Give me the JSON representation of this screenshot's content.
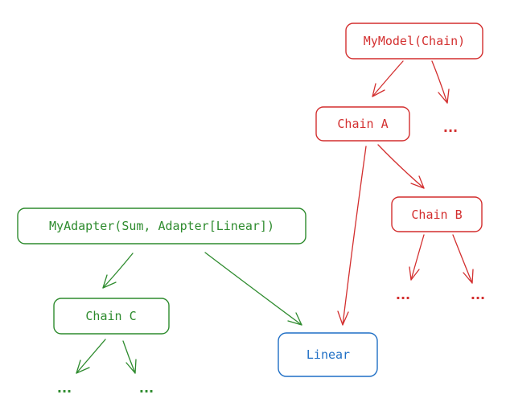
{
  "colors": {
    "red": "#d32f2f",
    "green": "#2e8b2e",
    "blue": "#1f6fc5",
    "background": "#ffffff"
  },
  "nodes": {
    "mymodel": {
      "label": "MyModel(Chain)",
      "color": "red"
    },
    "chain_a": {
      "label": "Chain A",
      "color": "red"
    },
    "chain_b": {
      "label": "Chain B",
      "color": "red"
    },
    "myadapter": {
      "label": "MyAdapter(Sum, Adapter[Linear])",
      "color": "green"
    },
    "chain_c": {
      "label": "Chain C",
      "color": "green"
    },
    "linear": {
      "label": "Linear",
      "color": "blue"
    }
  },
  "ellipses": {
    "mymodel_more": "...",
    "chain_b_left": "...",
    "chain_b_right": "...",
    "chain_c_left": "...",
    "chain_c_right": "..."
  },
  "edges": [
    {
      "from": "mymodel",
      "to": "chain_a",
      "color": "red"
    },
    {
      "from": "mymodel",
      "to": "mymodel_more",
      "color": "red"
    },
    {
      "from": "chain_a",
      "to": "chain_b",
      "color": "red"
    },
    {
      "from": "chain_a",
      "to": "linear",
      "color": "red"
    },
    {
      "from": "chain_b",
      "to": "chain_b_left",
      "color": "red"
    },
    {
      "from": "chain_b",
      "to": "chain_b_right",
      "color": "red"
    },
    {
      "from": "myadapter",
      "to": "chain_c",
      "color": "green"
    },
    {
      "from": "myadapter",
      "to": "linear",
      "color": "green"
    },
    {
      "from": "chain_c",
      "to": "chain_c_left",
      "color": "green"
    },
    {
      "from": "chain_c",
      "to": "chain_c_right",
      "color": "green"
    }
  ]
}
